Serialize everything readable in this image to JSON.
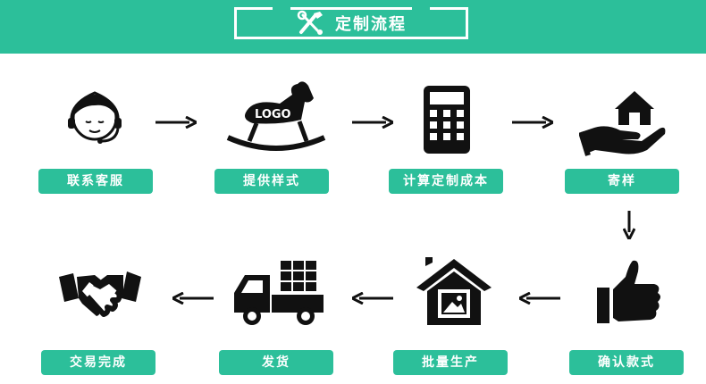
{
  "header": {
    "title": "定制流程",
    "icon": "tools-icon"
  },
  "steps_row1": [
    {
      "label": "联系客服",
      "icon": "customer-service-icon"
    },
    {
      "label": "提供样式",
      "icon": "rocking-horse-logo-icon",
      "logo_text": "LOGO"
    },
    {
      "label": "计算定制成本",
      "icon": "calculator-icon"
    },
    {
      "label": "寄样",
      "icon": "hand-house-icon"
    }
  ],
  "steps_row2": [
    {
      "label": "交易完成",
      "icon": "handshake-icon"
    },
    {
      "label": "发货",
      "icon": "truck-icon"
    },
    {
      "label": "批量生产",
      "icon": "house-picture-icon"
    },
    {
      "label": "确认款式",
      "icon": "thumbs-up-icon"
    }
  ],
  "colors": {
    "accent": "#2cbf9a",
    "icon": "#111111"
  }
}
